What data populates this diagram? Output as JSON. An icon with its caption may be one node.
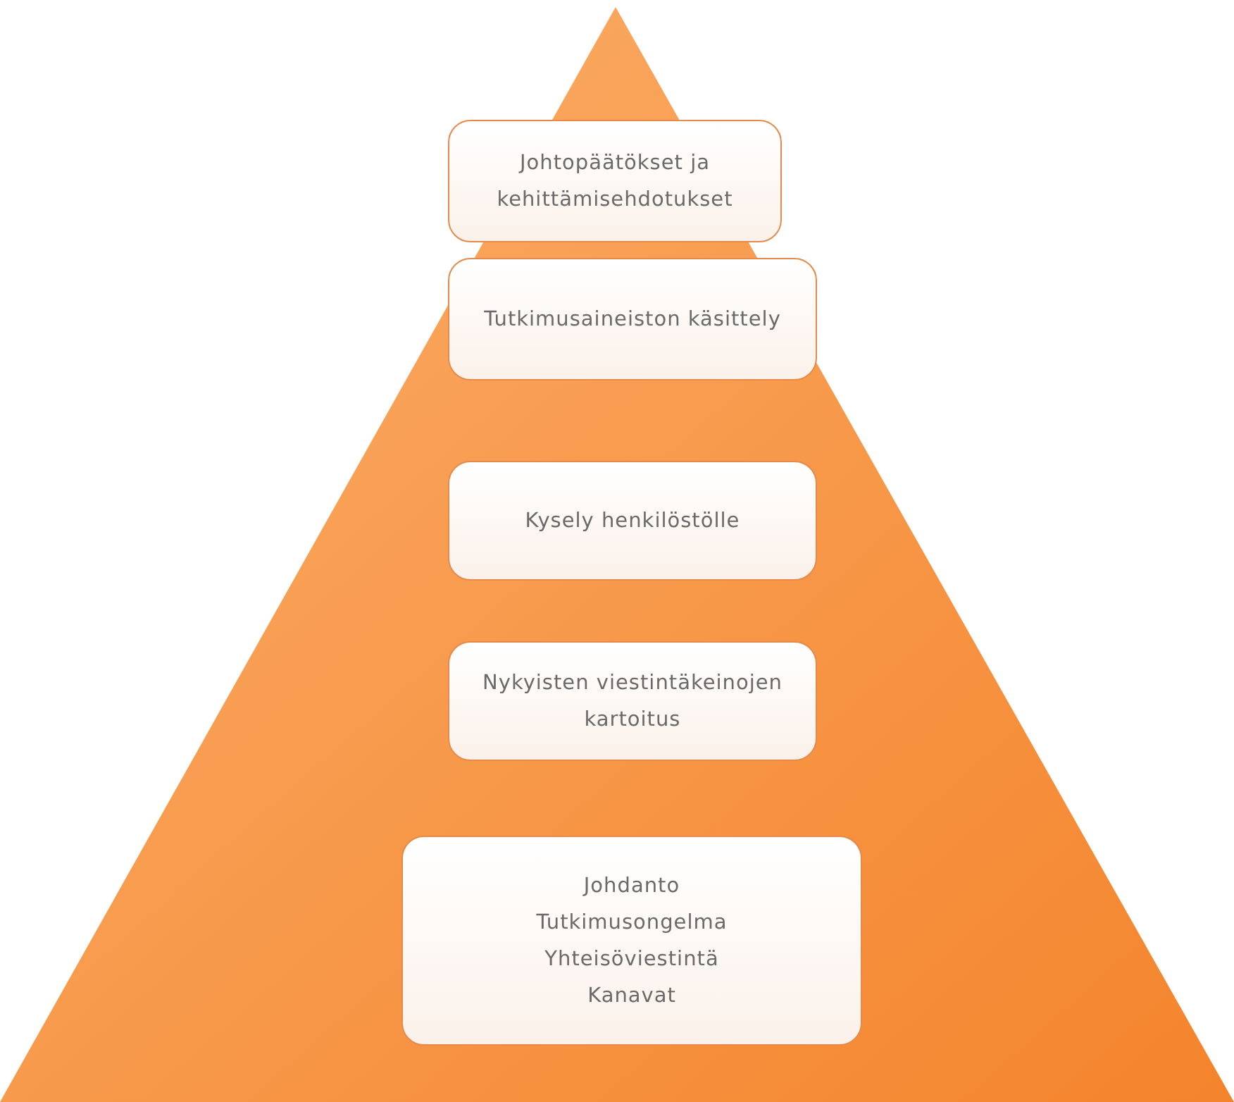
{
  "diagram": {
    "nodes": [
      {
        "text": [
          "Johtopäätökset ja kehittämisehdotukset"
        ]
      },
      {
        "text": [
          "Tutkimusaineiston käsittely"
        ]
      },
      {
        "text": [
          "Kysely henkilöstölle"
        ]
      },
      {
        "text": [
          "Nykyisten viestintäkeinojen kartoitus"
        ]
      },
      {
        "text": [
          "Johdanto",
          "Tutkimusongelma",
          "Yhteisöviestintä",
          "Kanavat"
        ]
      }
    ]
  }
}
